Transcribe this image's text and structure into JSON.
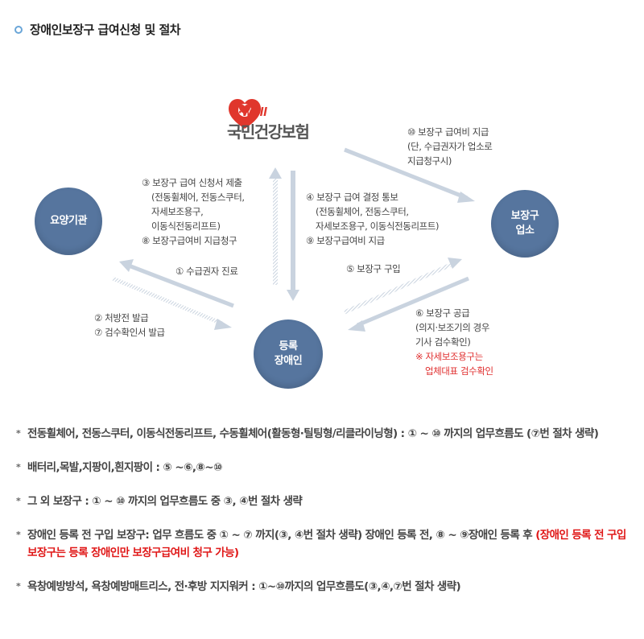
{
  "title": "장애인보장구 급여신청 및 절차",
  "logo": {
    "top": "h·well",
    "main": "국민건강보험"
  },
  "nodes": {
    "care": [
      "요양기관"
    ],
    "vendor": [
      "보장구",
      "업소"
    ],
    "disabled": [
      "등록",
      "장애인"
    ]
  },
  "labels": {
    "l3": [
      "③ 보장구 급여 신청서 제출",
      "(전동휠체어, 전동스쿠터,",
      "자세보조용구,",
      "이동식전동리프트)",
      "⑧ 보장구급여비 지급청구"
    ],
    "l4": [
      "④ 보장구 급여 결정 통보",
      "(전동휠체어, 전동스쿠터,",
      "자세보조용구, 이동식전동리프트)",
      "⑨ 보장구급여비 지급"
    ],
    "l10": [
      "⑩ 보장구 급여비 지급",
      "(단, 수급권자가 업소로",
      "지급청구시)"
    ],
    "l1": [
      "① 수급권자 진료"
    ],
    "l2": [
      "② 처방전 발급",
      "⑦ 검수확인서 발급"
    ],
    "l5": [
      "⑤ 보장구 구입"
    ],
    "l6": [
      "⑥ 보장구 공급",
      "(의지·보조기의 경우",
      "기사 검수확인)"
    ],
    "l6note": [
      "※ 자세보조용구는",
      "업체대표 검수확인"
    ]
  },
  "notes": [
    {
      "text": "전동휠체어, 전동스쿠터, 이동식전동리프트, 수동휠체어(활동형·틸팅형/리클라이닝형) : ① ~ ⑩ 까지의 업무흐름도 (⑦번 절차 생략)",
      "highlight": ""
    },
    {
      "text": "배터리,목발,지팡이,흰지팡이 : ⑤ ~⑥,⑧~⑩",
      "highlight": ""
    },
    {
      "text": "그 외 보장구 : ① ~ ⑩ 까지의 업무흐름도 중 ③, ④번 절차 생략",
      "highlight": ""
    },
    {
      "text": "장애인 등록 전 구입 보장구: 업무 흐름도 중 ① ~ ⑦ 까지(③, ④번 절차 생략) 장애인 등록 전, ⑧ ~ ⑨장애인 등록 후 ",
      "highlight": "(장애인 등록 전 구입 보장구는 등록 장애인만 보장구급여비 청구 가능)"
    },
    {
      "text": "욕창예방방석, 욕창예방매트리스, 전·후방 지지워커 : ①~⑩까지의 업무흐름도(③,④,⑦번 절차 생략)",
      "highlight": ""
    }
  ],
  "colors": {
    "node": "#56759e",
    "arrow": "#c9d3df",
    "accent_red": "#e03030",
    "title_ring": "#6aa6d8"
  }
}
